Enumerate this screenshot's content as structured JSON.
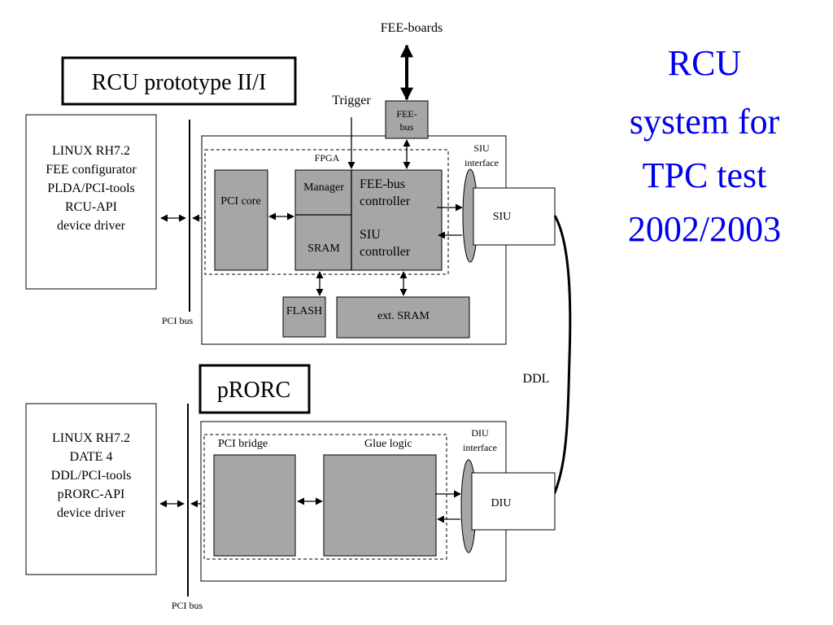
{
  "title": {
    "lines": [
      "RCU",
      "system for",
      "TPC test",
      "2002/2003"
    ],
    "color": "#0000ee"
  },
  "rcu": {
    "heading": "RCU prototype II/I",
    "host_lines": [
      "LINUX RH7.2",
      "FEE configurator",
      "PLDA/PCI-tools",
      "RCU-API",
      "device driver"
    ],
    "pci_bus": "PCI bus",
    "fpga": "FPGA",
    "pci_core": "PCI core",
    "manager": "Manager",
    "sram": "SRAM",
    "feebus_controller": [
      "FEE-bus",
      "controller"
    ],
    "siu_controller": [
      "SIU",
      "controller"
    ],
    "flash": "FLASH",
    "ext_sram": "ext. SRAM",
    "fee_bus": [
      "FEE-",
      "bus"
    ],
    "fee_boards": "FEE-boards",
    "trigger": "Trigger",
    "siu_interface": [
      "SIU",
      "interface"
    ],
    "siu": "SIU"
  },
  "ddl": "DDL",
  "prorc": {
    "heading": "pRORC",
    "host_lines": [
      "LINUX RH7.2",
      "DATE 4",
      "DDL/PCI-tools",
      "pRORC-API",
      "device driver"
    ],
    "pci_bus": "PCI bus",
    "pci_bridge": "PCI bridge",
    "glue_logic": "Glue logic",
    "diu_interface": [
      "DIU",
      "interface"
    ],
    "diu": "DIU"
  },
  "colors": {
    "block_fill": "#a6a6a6",
    "title": "#0000ee"
  }
}
